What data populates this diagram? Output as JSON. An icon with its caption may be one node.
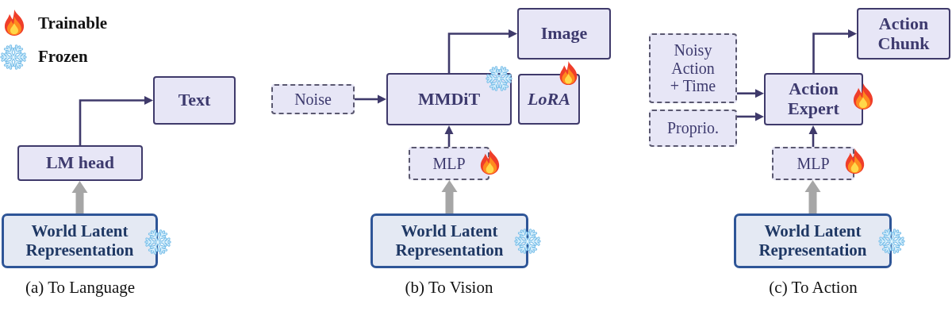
{
  "diagram": {
    "nodes": [
      {
        "text": [
          "Text"
        ]
      },
      {
        "text": [
          "LM head"
        ]
      },
      {
        "text": [
          "World Latent Representation"
        ]
      },
      {
        "text": [
          "Image"
        ]
      },
      {
        "text": [
          "Noise"
        ]
      },
      {
        "text": [
          "MMDiT"
        ]
      },
      {
        "text": [
          "LoRA"
        ]
      },
      {
        "text": [
          "MLP"
        ]
      },
      {
        "text": [
          "World Latent Representation"
        ]
      },
      {
        "text": [
          "Action Chunk"
        ]
      },
      {
        "text": [
          "Noisy Action + Time"
        ]
      },
      {
        "text": [
          "Action Expert"
        ]
      },
      {
        "text": [
          "Proprio."
        ]
      },
      {
        "text": [
          "MLP"
        ]
      },
      {
        "text": [
          "World Latent Representation"
        ]
      }
    ],
    "edges": [
      {
        "from": 1,
        "to": 0,
        "arrow": "to"
      },
      {
        "from": 2,
        "to": 1,
        "arrow": "to",
        "style": "thick",
        "color": "#a6a6a6"
      },
      {
        "from": 4,
        "to": 5,
        "arrow": "to"
      },
      {
        "from": 5,
        "to": 3,
        "arrow": "to"
      },
      {
        "from": 7,
        "to": 5,
        "arrow": "to"
      },
      {
        "from": 8,
        "to": 7,
        "arrow": "to",
        "style": "thick",
        "color": "#a6a6a6"
      },
      {
        "from": 10,
        "to": 11,
        "arrow": "to"
      },
      {
        "from": 12,
        "to": 11,
        "arrow": "to"
      },
      {
        "from": 11,
        "to": 9,
        "arrow": "to"
      },
      {
        "from": 13,
        "to": 11,
        "arrow": "to"
      },
      {
        "from": 14,
        "to": 13,
        "arrow": "to",
        "style": "thick",
        "color": "#a6a6a6"
      }
    ],
    "labels": [
      "(a) To Language",
      "(b) To Vision",
      "(c) To Action"
    ],
    "legend": [
      {
        "text": "Trainable"
      },
      {
        "text": "Frozen"
      }
    ]
  }
}
